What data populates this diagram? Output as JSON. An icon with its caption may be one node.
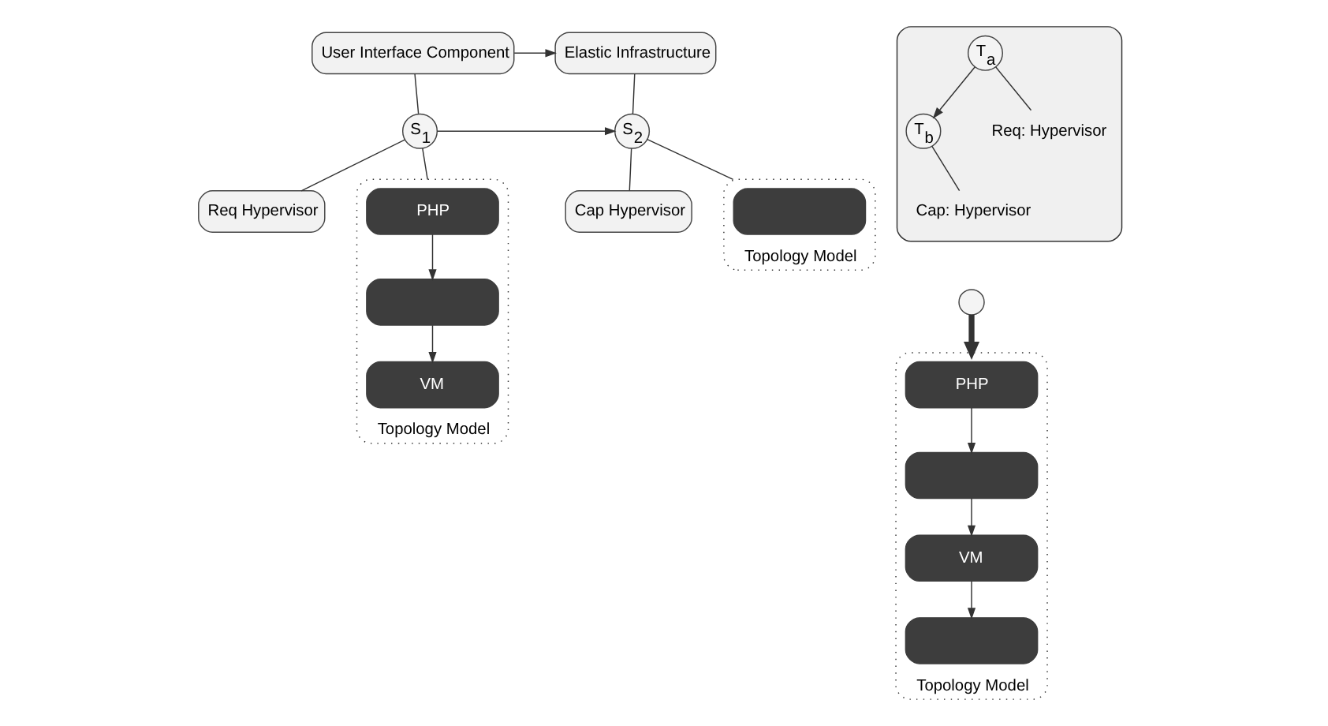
{
  "diagram": {
    "nodes": [
      {
        "text": [
          "User Interface Component"
        ]
      },
      {
        "text": [
          "Elastic Infrastructure"
        ]
      },
      {
        "text": [
          "S$_{1}$"
        ]
      },
      {
        "text": [
          "S$_{2}$"
        ]
      },
      {
        "text": [
          "Req Hypervisor"
        ]
      },
      {
        "text": [
          "Cap Hypervisor"
        ]
      },
      {
        "text": [
          "Topology Model"
        ]
      },
      {
        "text": [
          "PHP"
        ],
        "in": 6
      },
      {
        "text": [],
        "shape": "box",
        "in": 6
      },
      {
        "text": [
          "VM"
        ],
        "in": 6
      },
      {
        "text": [
          "Topology Model"
        ]
      },
      {
        "text": [],
        "shape": "box",
        "in": 10
      },
      {
        "text": [],
        "shape": "box"
      },
      {
        "text": [
          "T$_{a}$"
        ],
        "in": 12
      },
      {
        "text": [
          "T$_{b}$"
        ],
        "in": 12
      },
      {
        "text": [
          "Req: Hypervisor"
        ],
        "in": 12
      },
      {
        "text": [
          "Cap: Hypervisor"
        ],
        "in": 12
      },
      {
        "text": [],
        "shape": "circle"
      },
      {
        "text": [
          "Topology Model"
        ]
      },
      {
        "text": [
          "PHP"
        ],
        "in": 18
      },
      {
        "text": [],
        "shape": "box",
        "in": 18
      },
      {
        "text": [
          "VM"
        ],
        "in": 18
      },
      {
        "text": [],
        "shape": "box",
        "in": 18
      }
    ],
    "edges": [
      {
        "from": 0,
        "to": 1,
        "arrow": "to"
      },
      {
        "from": 0,
        "to": 2,
        "arrow": "none"
      },
      {
        "from": 1,
        "to": 3,
        "arrow": "none"
      },
      {
        "from": 2,
        "to": 3,
        "arrow": "to"
      },
      {
        "from": 2,
        "to": 4,
        "arrow": "none"
      },
      {
        "from": 3,
        "to": 5,
        "arrow": "none"
      },
      {
        "from": 2,
        "to": 6,
        "arrow": "none"
      },
      {
        "from": 3,
        "to": 10,
        "arrow": "none"
      },
      {
        "from": 7,
        "to": 8,
        "arrow": "to"
      },
      {
        "from": 8,
        "to": 9,
        "arrow": "to"
      },
      {
        "from": 13,
        "to": 14,
        "arrow": "to"
      },
      {
        "from": 13,
        "to": 15,
        "arrow": "none"
      },
      {
        "from": 14,
        "to": 16,
        "arrow": "none"
      },
      {
        "from": 17,
        "to": 18,
        "arrow": "to",
        "style": "thick"
      },
      {
        "from": 19,
        "to": 20,
        "arrow": "to"
      },
      {
        "from": 20,
        "to": 21,
        "arrow": "to"
      },
      {
        "from": 21,
        "to": 22,
        "arrow": "to"
      }
    ]
  }
}
